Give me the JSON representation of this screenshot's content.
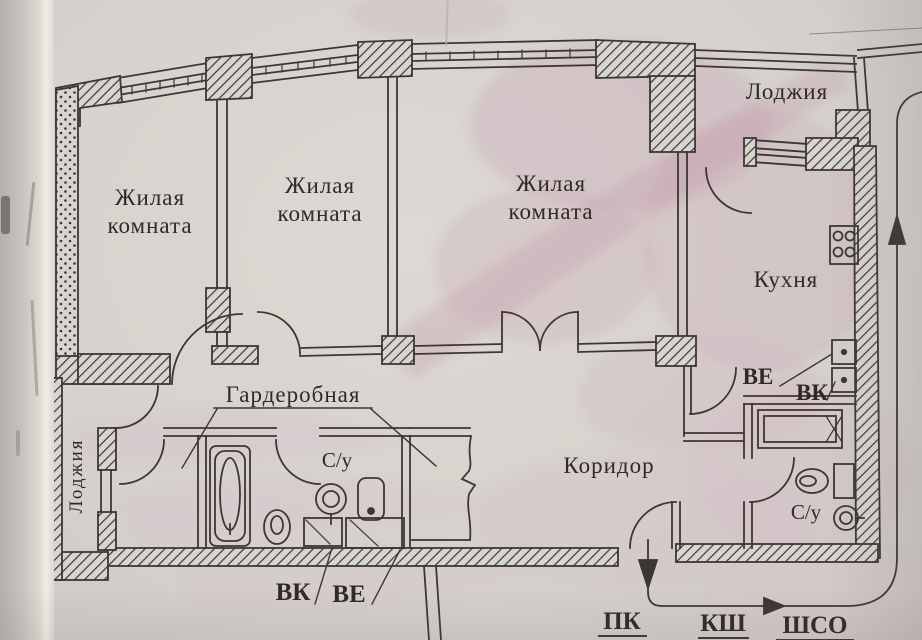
{
  "rooms": {
    "living1": {
      "l1": "Жилая",
      "l2": "комната"
    },
    "living2": {
      "l1": "Жилая",
      "l2": "комната"
    },
    "living3": {
      "l1": "Жилая",
      "l2": "комната"
    },
    "kitchen": "Кухня",
    "corridor": "Коридор",
    "wardrobe": "Гардеробная",
    "loggia_top": "Лоджия",
    "loggia_left": "Лоджия",
    "bath1": "С/у",
    "bath2": "С/у"
  },
  "vents": {
    "bath_vk": "ВК",
    "bath_ve": "ВЕ",
    "kit_ve": "ВЕ",
    "kit_vk": "ВК"
  },
  "risers": {
    "pk": "ПК",
    "ksh": "КШ",
    "shso": "ШСО"
  },
  "colors": {
    "ink": "#3c3732",
    "watermark_pink": "#c7a2b2",
    "paper": "#d8d4cf"
  }
}
